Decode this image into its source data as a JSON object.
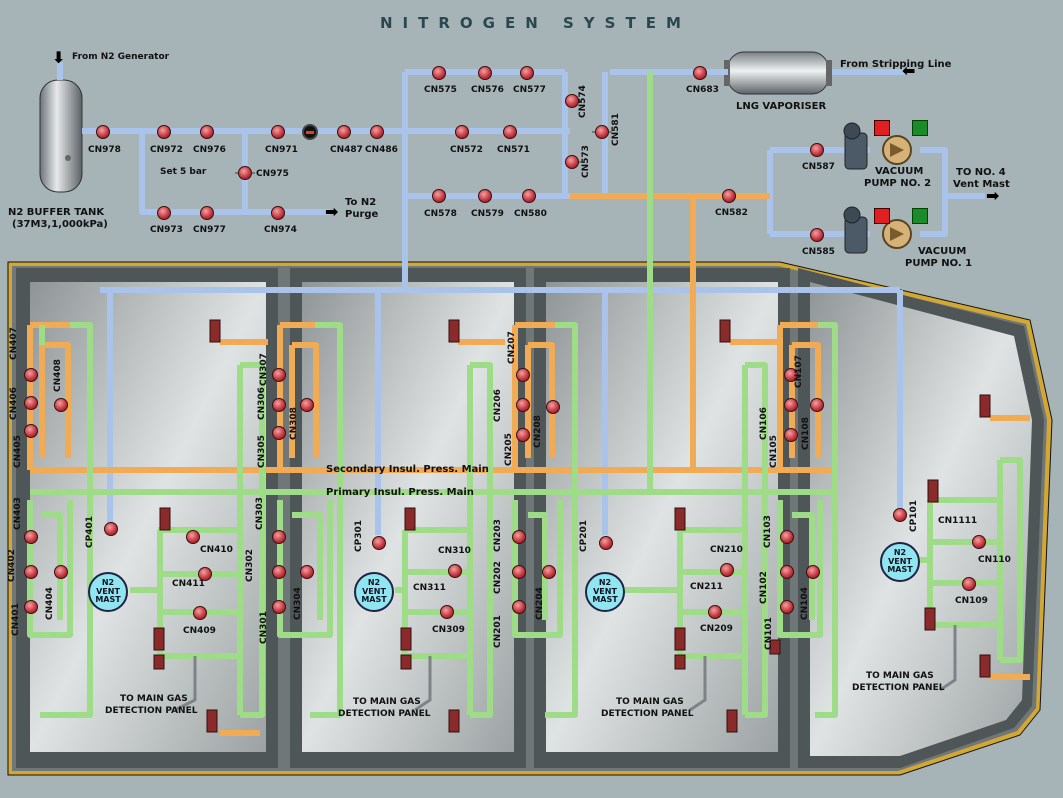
{
  "title": "NITROGEN SYSTEM",
  "labels": {
    "from_n2_generator": "From N2 Generator",
    "n2_buffer_tank": "N2 BUFFER TANK",
    "tank_spec": "(37M3,1,000kPa)",
    "set_5_bar": "Set 5 bar",
    "to_n2_purge_1": "To N2",
    "to_n2_purge_2": "Purge",
    "from_stripping_line": "From Stripping Line",
    "lng_vaporiser": "LNG VAPORISER",
    "vacuum_pump_2_a": "VACUUM",
    "vacuum_pump_2_b": "PUMP NO. 2",
    "vacuum_pump_1_a": "VACUUM",
    "vacuum_pump_1_b": "PUMP NO. 1",
    "to_no4_a": "TO NO. 4",
    "to_no4_b": "Vent Mast",
    "secondary_main": "Secondary Insul. Press. Main",
    "primary_main": "Primary Insul. Press. Main",
    "to_main_gas_a": "TO MAIN GAS",
    "to_main_gas_b": "DETECTION PANEL",
    "mast_a": "N2",
    "mast_b": "VENT",
    "mast_c": "MAST"
  },
  "valves": {
    "cn978": "CN978",
    "cn972": "CN972",
    "cn976": "CN976",
    "cn971": "CN971",
    "cn487": "CN487",
    "cn486": "CN486",
    "cn975": "CN975",
    "cn973": "CN973",
    "cn977": "CN977",
    "cn974": "CN974",
    "cn575": "CN575",
    "cn576": "CN576",
    "cn577": "CN577",
    "cn574": "CN574",
    "cn581": "CN581",
    "cn572": "CN572",
    "cn571": "CN571",
    "cn573": "CN573",
    "cn578": "CN578",
    "cn579": "CN579",
    "cn580": "CN580",
    "cn683": "CN683",
    "cn587": "CN587",
    "cn585": "CN585",
    "cn582": "CN582",
    "cn407": "CN407",
    "cn406": "CN406",
    "cn408": "CN408",
    "cn405": "CN405",
    "cn403": "CN403",
    "cn402": "CN402",
    "cn401": "CN401",
    "cn404": "CN404",
    "cp401": "CP401",
    "cn410": "CN410",
    "cn411": "CN411",
    "cn409": "CN409",
    "cn307": "CN307",
    "cn306": "CN306",
    "cn308": "CN308",
    "cn305": "CN305",
    "cn303": "CN303",
    "cn302": "CN302",
    "cn304": "CN304",
    "cn301": "CN301",
    "cp301": "CP301",
    "cn310": "CN310",
    "cn311": "CN311",
    "cn309": "CN309",
    "cn207": "CN207",
    "cn206": "CN206",
    "cn208": "CN208",
    "cn205": "CN205",
    "cn203": "CN203",
    "cn202": "CN202",
    "cn204": "CN204",
    "cn201": "CN201",
    "cp201": "CP201",
    "cn210": "CN210",
    "cn211": "CN211",
    "cn209": "CN209",
    "cn107": "CN107",
    "cn106": "CN106",
    "cn108": "CN108",
    "cn105": "CN105",
    "cn103": "CN103",
    "cn102": "CN102",
    "cn104": "CN104",
    "cn101": "CN101",
    "cp101": "CP101",
    "cn1111": "CN1111",
    "cn110": "CN110",
    "cn109": "CN109"
  },
  "colors": {
    "blue_line": "#a9c3ea",
    "green_line": "#9fdc88",
    "orange_line": "#f2ab55",
    "hull": "#b7bcbd",
    "background": "#a6b4b7"
  }
}
